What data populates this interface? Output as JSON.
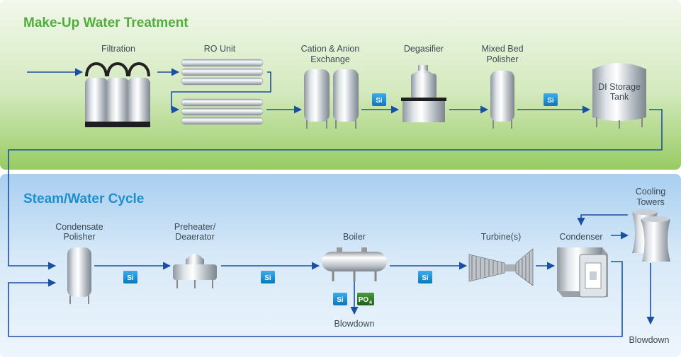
{
  "sections": {
    "makeup_title": "Make-Up Water Treatment",
    "cycle_title": "Steam/Water Cycle"
  },
  "equipment": {
    "filtration": [
      "Filtration"
    ],
    "ro_unit": [
      "RO Unit"
    ],
    "cation_anion": [
      "Cation & Anion",
      "Exchange"
    ],
    "degasifier": [
      "Degasifier"
    ],
    "mixed_bed": [
      "Mixed Bed",
      "Polisher"
    ],
    "di_storage": [
      "DI Storage",
      "Tank"
    ],
    "condensate_polisher": [
      "Condensate",
      "Polisher"
    ],
    "preheater": [
      "Preheater/",
      "Deaerator"
    ],
    "boiler": [
      "Boiler"
    ],
    "turbine": [
      "Turbine(s)"
    ],
    "condenser": [
      "Condenser"
    ],
    "cooling_towers": [
      "Cooling",
      "Towers"
    ],
    "blowdown_boiler": [
      "Blowdown"
    ],
    "blowdown_towers": [
      "Blowdown"
    ]
  },
  "badges": {
    "si": "Si",
    "po4_main": "PO",
    "po4_sub": "4"
  },
  "colors": {
    "flow_line": "#1a4fa3",
    "si_badge": "#1c8fd6",
    "po4_badge": "#2f7a2a",
    "green_panel": "#9fd16f",
    "blue_panel": "#b9d8f1"
  }
}
